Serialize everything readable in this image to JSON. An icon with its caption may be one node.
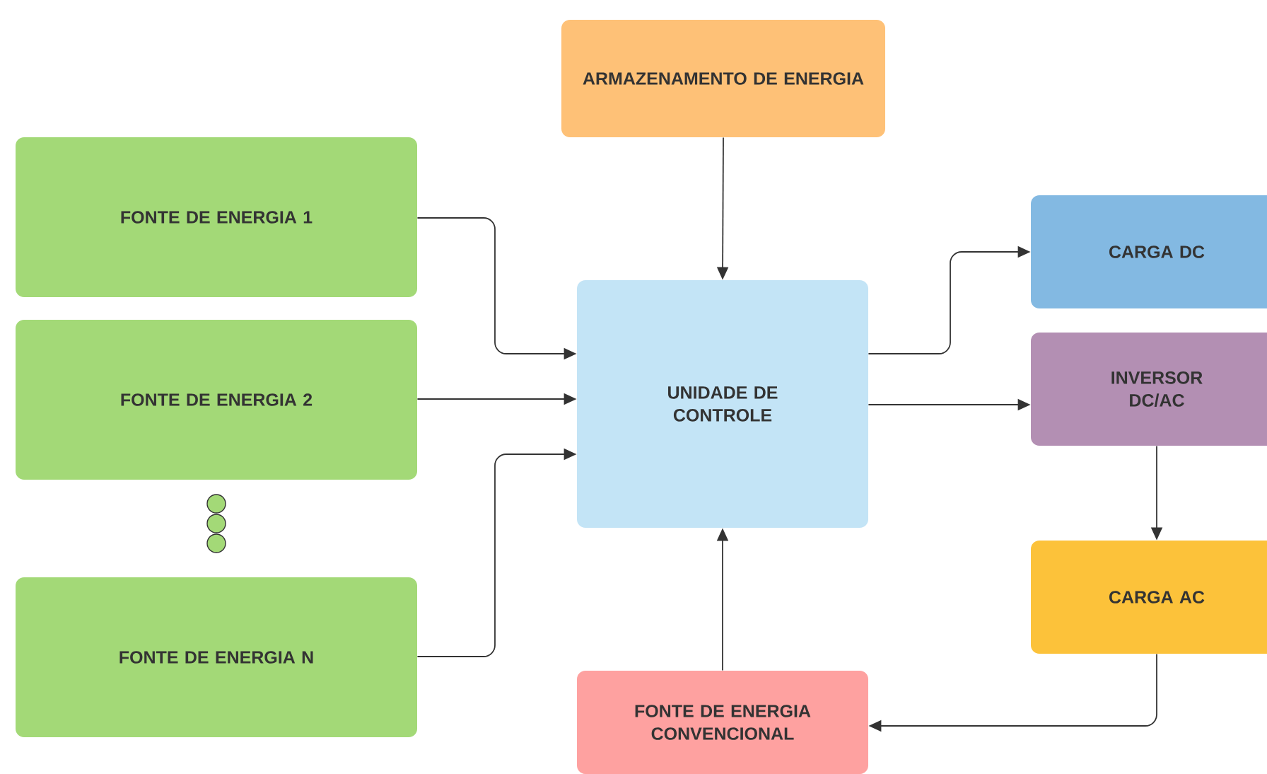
{
  "diagram": {
    "nodes": [
      {
        "text": [
          "ARMAZENAMENTO DE ENERGIA"
        ]
      },
      {
        "text": [
          "FONTE DE ENERGIA 1"
        ]
      },
      {
        "text": [
          "FONTE DE ENERGIA 2"
        ]
      },
      {
        "text": [],
        "shape": "circle"
      },
      {
        "text": [],
        "shape": "circle"
      },
      {
        "text": [],
        "shape": "circle"
      },
      {
        "text": [
          "FONTE DE ENERGIA N"
        ]
      },
      {
        "text": [
          "UNIDADE DE CONTROLE"
        ]
      },
      {
        "text": [
          "CARGA DC"
        ]
      },
      {
        "text": [
          "INVERSOR DC/AC"
        ]
      },
      {
        "text": [
          "CARGA AC"
        ]
      },
      {
        "text": [
          "FONTE DE ENERGIA CONVENCIONAL"
        ]
      }
    ],
    "edges": [
      {
        "from": 1,
        "to": 7,
        "arrow": "to"
      },
      {
        "from": 2,
        "to": 7,
        "arrow": "to"
      },
      {
        "from": 6,
        "to": 7,
        "arrow": "to"
      },
      {
        "from": 0,
        "to": 7,
        "arrow": "to"
      },
      {
        "from": 11,
        "to": 7,
        "arrow": "to"
      },
      {
        "from": 7,
        "to": 8,
        "arrow": "to"
      },
      {
        "from": 7,
        "to": 9,
        "arrow": "to"
      },
      {
        "from": 9,
        "to": 10,
        "arrow": "to"
      },
      {
        "from": 10,
        "to": 11,
        "arrow": "to"
      }
    ]
  }
}
